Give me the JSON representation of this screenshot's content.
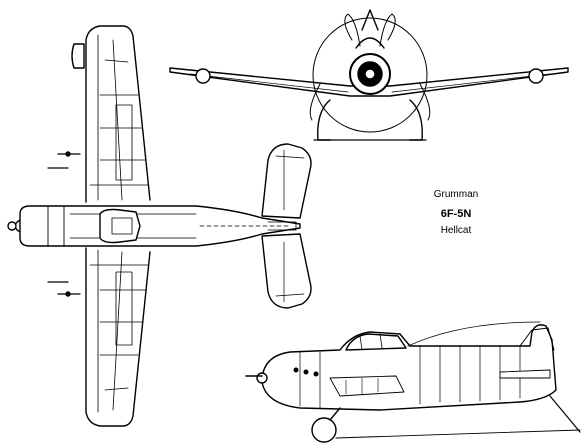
{
  "caption": {
    "manufacturer": "Grumman",
    "model": "6F-5N",
    "name": "Hellcat"
  },
  "views": [
    "plan-view",
    "front-view",
    "side-view"
  ],
  "colors": {
    "ink": "#000000",
    "paper": "#ffffff"
  }
}
